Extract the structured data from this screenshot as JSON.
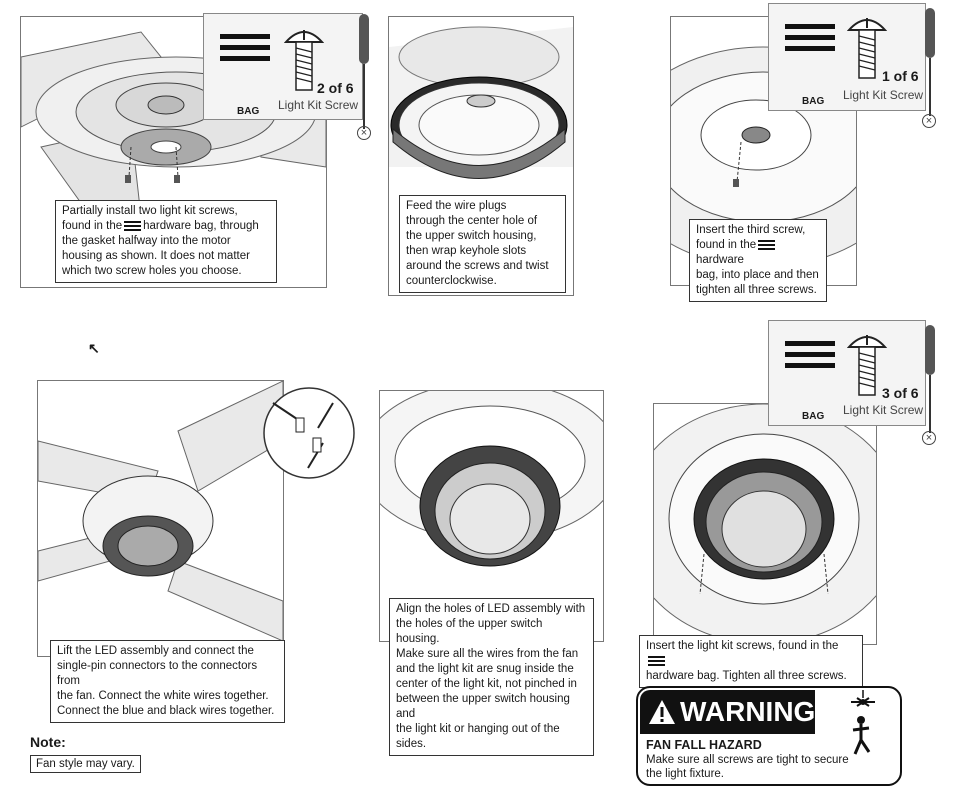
{
  "steps": [
    {
      "caption": [
        "Partially install two light kit screws,",
        "found in the",
        "hardware bag, through",
        "the gasket halfway into the motor",
        "housing as shown. It does not matter",
        "which two screw holes you choose."
      ]
    },
    {
      "caption": [
        "Feed the wire plugs",
        "through the center hole of",
        "the upper switch housing,",
        "then wrap keyhole slots",
        "around the screws and twist",
        "counterclockwise."
      ]
    },
    {
      "caption": [
        "Insert the third screw,",
        "found in the",
        "hardware",
        "bag, into place and then",
        "tighten all three screws."
      ]
    },
    {
      "caption": [
        "Lift the LED assembly and connect the",
        "single-pin connectors to the connectors from",
        "the fan. Connect the white wires together.",
        "Connect the blue and black wires together."
      ]
    },
    {
      "caption": [
        "Align the holes of LED assembly with",
        "the holes of the upper switch housing.",
        "Make sure all the wires from the fan",
        "and the light kit are snug inside the",
        "center of the light kit, not pinched in",
        "between the upper switch housing and",
        "the light kit or hanging out of the sides."
      ]
    },
    {
      "caption": [
        "Insert the light kit screws, found in the",
        "hardware bag. Tighten all three screws."
      ]
    }
  ],
  "bags": [
    {
      "bag_label": "BAG",
      "count": "2 of 6",
      "screw_label": "Light Kit Screw"
    },
    {
      "bag_label": "BAG",
      "count": "1 of 6",
      "screw_label": "Light Kit Screw"
    },
    {
      "bag_label": "BAG",
      "count": "3 of 6",
      "screw_label": "Light Kit Screw"
    }
  ],
  "note": {
    "title": "Note:",
    "text": "Fan style may vary."
  },
  "warning": {
    "title": "WARNING",
    "hazard": "FAN FALL HAZARD",
    "text": [
      "Make sure all screws are tight to secure",
      "the light fixture."
    ]
  },
  "icons": [
    "hardware-bag-icon",
    "screw-icon",
    "screwdriver-icon",
    "no-symbol-icon",
    "warning-triangle-icon",
    "falling-fan-icon"
  ]
}
